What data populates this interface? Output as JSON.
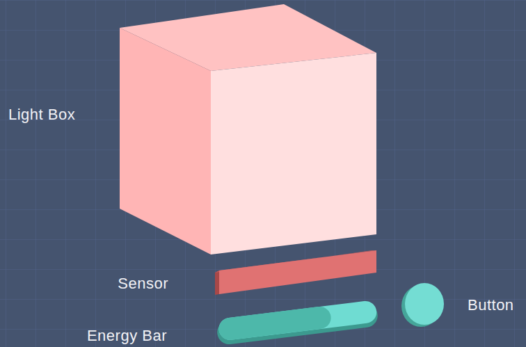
{
  "diagram": {
    "labels": [
      "Light Box",
      "Sensor",
      "Energy Bar",
      "Button"
    ]
  }
}
